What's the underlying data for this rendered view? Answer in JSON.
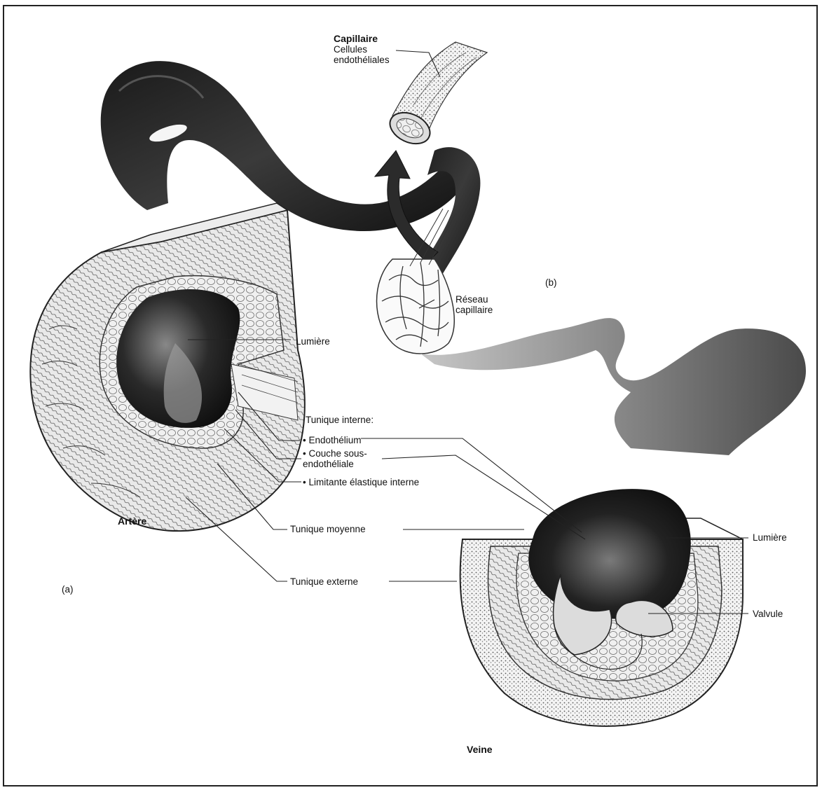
{
  "panels": {
    "a": "(a)",
    "b": "(b)"
  },
  "vessels": {
    "artery": "Artère",
    "vein": "Veine"
  },
  "capillary": {
    "title": "Capillaire",
    "endothelial_cells": "Cellules\nendothéliales",
    "network": "Réseau\ncapillaire"
  },
  "labels": {
    "lumen_artery": "Lumière",
    "lumen_vein": "Lumière",
    "tunica_interna": "Tunique interne:",
    "endothelium": "Endothélium",
    "subendothelial": "Couche sous-\nendothéliale",
    "internal_elastic": "Limitante élastique interne",
    "tunica_media": "Tunique moyenne",
    "tunica_externa": "Tunique externe",
    "valve": "Valvule"
  }
}
